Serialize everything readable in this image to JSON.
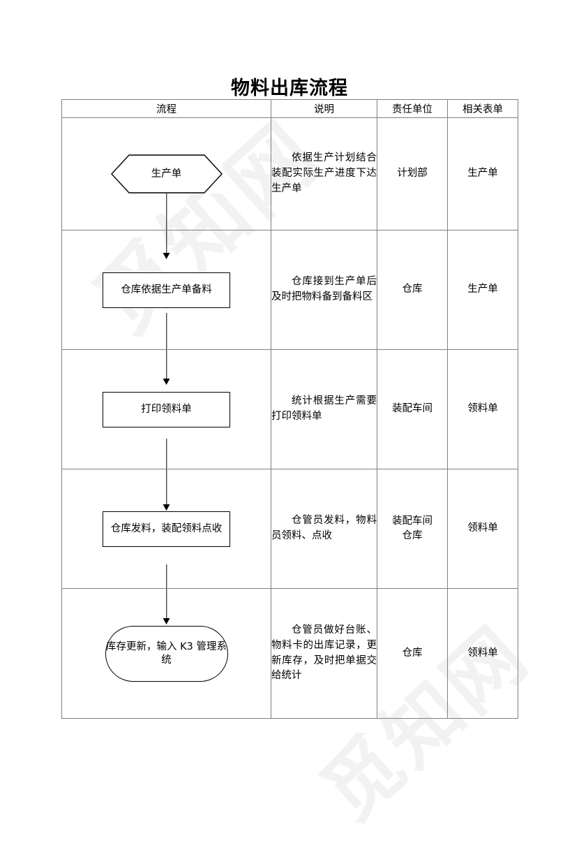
{
  "document": {
    "title": "物料出库流程",
    "watermark_text": "觅知网"
  },
  "table": {
    "headers": [
      {
        "label": "流程"
      },
      {
        "label": "说明"
      },
      {
        "label": "责任单位"
      },
      {
        "label": "相关表单"
      }
    ],
    "rows": [
      {
        "shape": "hexagon",
        "flow_label": "生产单",
        "description": "依据生产计划结合装配实际生产进度下达生产单",
        "unit": "计划部",
        "form": "生产单"
      },
      {
        "shape": "rectangle",
        "flow_label": "仓库依据生产单备料",
        "description": "仓库接到生产单后及时把物料备到备料区",
        "unit": "仓库",
        "form": "生产单"
      },
      {
        "shape": "rectangle",
        "flow_label": "打印领料单",
        "description": "统计根据生产需要打印领料单",
        "unit": "装配车间",
        "form": "领料单"
      },
      {
        "shape": "rectangle",
        "flow_label": "仓库发料，装配领料点收",
        "description": "仓管员发料，物料员领料、点收",
        "unit": "装配车间\n仓库",
        "form": "领料单"
      },
      {
        "shape": "rounded-rectangle",
        "flow_label": "库存更新，输入 K3 管理系统",
        "description": "仓管员做好台账、物料卡的出库记录，更新库存，及时把单据交给统计",
        "unit": "仓库",
        "form": "领料单"
      }
    ]
  },
  "colors": {
    "border": "#808080",
    "shape_stroke": "#000000",
    "text": "#000000",
    "page_background": "#ffffff",
    "watermark": "#f2f2f2"
  }
}
